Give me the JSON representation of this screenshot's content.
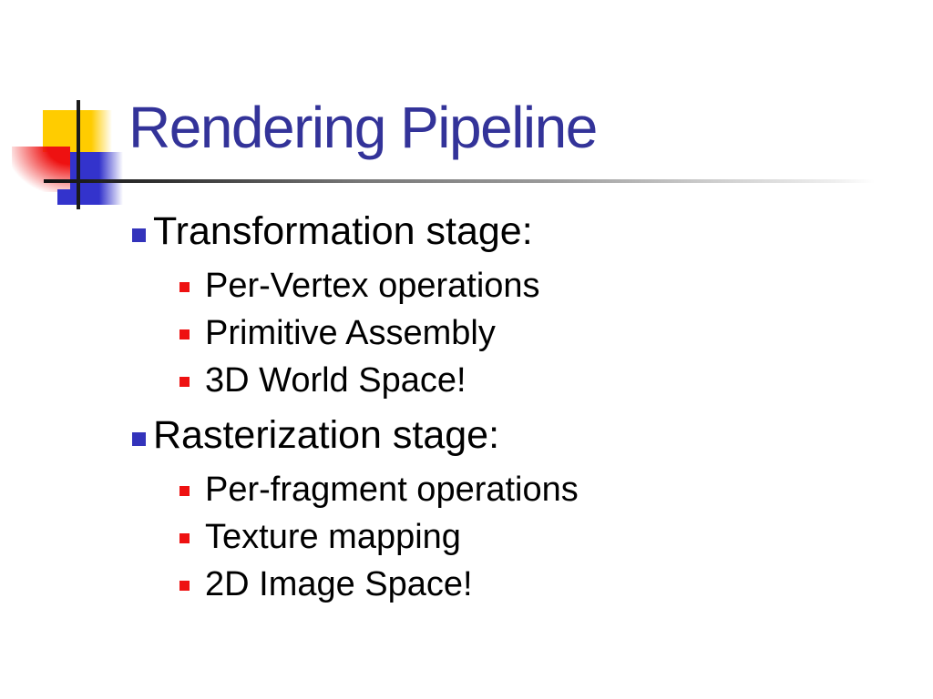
{
  "slide": {
    "title": "Rendering Pipeline",
    "bullets": [
      {
        "level": 1,
        "icon": "blue-square-bullet-icon",
        "text": "Transformation stage:"
      },
      {
        "level": 2,
        "icon": "red-square-bullet-icon",
        "text": "Per-Vertex operations"
      },
      {
        "level": 2,
        "icon": "red-square-bullet-icon",
        "text": "Primitive Assembly"
      },
      {
        "level": 2,
        "icon": "red-square-bullet-icon",
        "text": "3D World Space!"
      },
      {
        "level": 1,
        "icon": "blue-square-bullet-icon",
        "text": "Rasterization stage:"
      },
      {
        "level": 2,
        "icon": "red-square-bullet-icon",
        "text": "Per-fragment operations"
      },
      {
        "level": 2,
        "icon": "red-square-bullet-icon",
        "text": "Texture mapping"
      },
      {
        "level": 2,
        "icon": "red-square-bullet-icon",
        "text": "2D Image Space!"
      }
    ],
    "decoration_icons": [
      "yellow-square-icon",
      "red-square-icon",
      "blue-square-icon",
      "cross-lines-icon"
    ],
    "colors": {
      "background": "#ffffff",
      "title_text": "#333399",
      "body_text": "#000000",
      "level1_bullet": "#3333bb",
      "level2_bullet": "#ee1111",
      "deco_yellow": "#ffcc00",
      "deco_blue": "#3333cc",
      "deco_red": "#ee1111",
      "deco_line": "#1a1a1a"
    }
  }
}
